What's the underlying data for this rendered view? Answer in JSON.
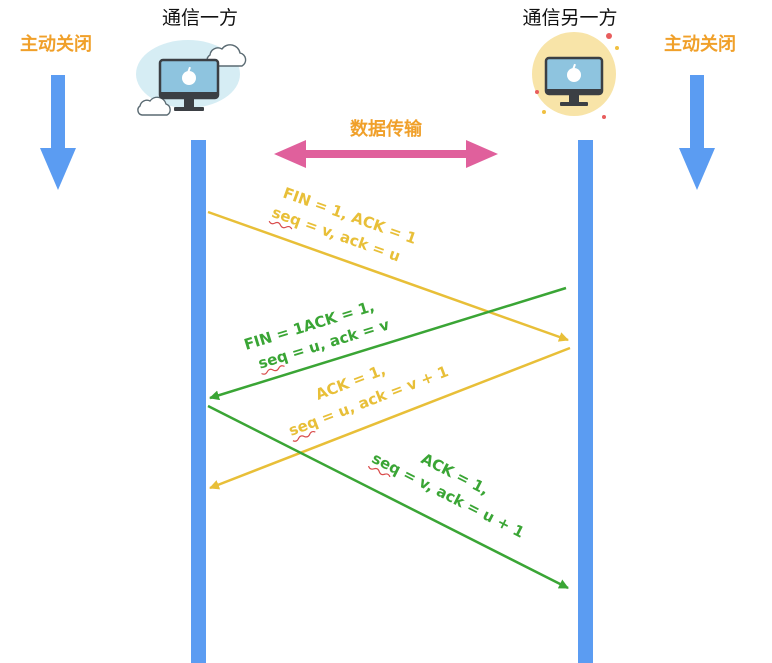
{
  "left_party": {
    "title": "通信一方",
    "side_label": "主动关闭"
  },
  "right_party": {
    "title": "通信另一方",
    "side_label": "主动关闭"
  },
  "transfer_label": "数据传输",
  "colors": {
    "timeline": "#5b9cf2",
    "side_arrow": "#5b9cf2",
    "transfer_arrow": "#e0609c",
    "label_orange": "#f0a02a",
    "message_yellow": "#e8bf38",
    "message_green": "#3aa535"
  },
  "messages": [
    {
      "line1": "FIN = 1, ACK = 1",
      "line2": "seq = v, ack = u",
      "color": "#e8bf38"
    },
    {
      "line1": "FIN = 1ACK = 1,",
      "line2": "seq = u, ack = v",
      "color": "#3aa535"
    },
    {
      "line1": "ACK = 1,",
      "line2": "seq = u, ack = v + 1",
      "color": "#e8bf38"
    },
    {
      "line1": "ACK = 1,",
      "line2": "seq = v, ack = u + 1",
      "color": "#3aa535"
    }
  ]
}
